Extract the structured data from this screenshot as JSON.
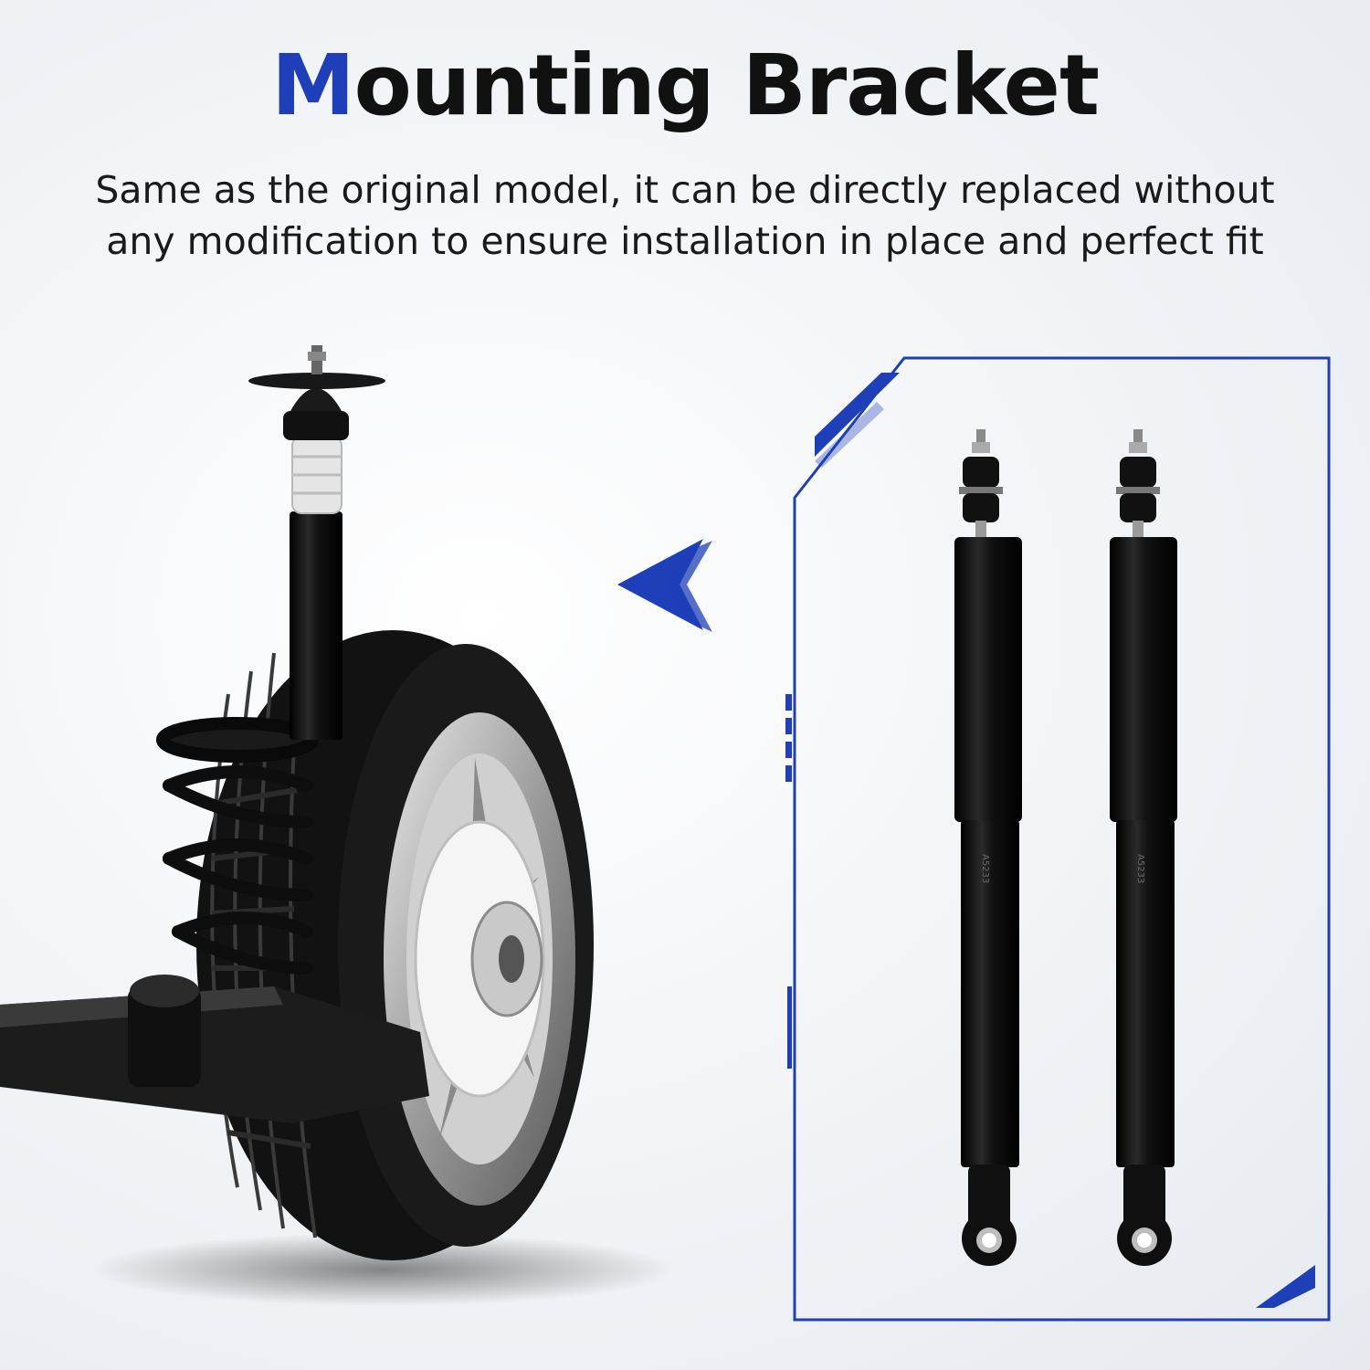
{
  "heading": {
    "first_letter": "M",
    "rest": "ounting Bracket"
  },
  "subheading": {
    "line1": "Same as the original model, it can be directly replaced without",
    "line2": "any modification to ensure installation in place and perfect fit"
  },
  "shock_marking": "A5233",
  "colors": {
    "accent": "#1e3fb8",
    "text": "#111111",
    "shock_body": "#0d0d0d"
  },
  "icons": {
    "arrow": "chevron-left-icon"
  }
}
